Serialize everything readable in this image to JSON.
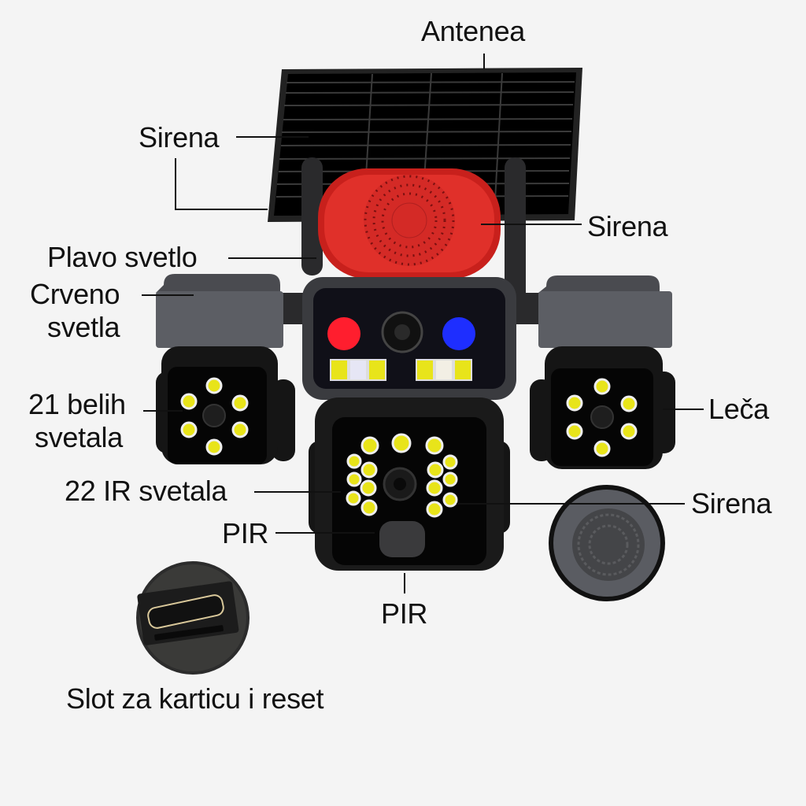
{
  "diagram": {
    "subject": "Solar-powered multi-lens security camera",
    "colors": {
      "background": "#f4f4f4",
      "body": "#1a1a1a",
      "housing_gray": "#5a5c62",
      "siren_red": "#d42a26",
      "red_light": "#ff1e2e",
      "blue_light": "#1e2eff",
      "led_yellow": "#e8e41a",
      "label_text": "#111111"
    },
    "labels": [
      {
        "id": "antenna",
        "text": "Antenea"
      },
      {
        "id": "siren_top_left",
        "text": "Sirena"
      },
      {
        "id": "siren_top_right",
        "text": "Sirena"
      },
      {
        "id": "blue_light",
        "text": "Plavo svetlo"
      },
      {
        "id": "red_light_line1",
        "text": "Crveno"
      },
      {
        "id": "red_light_line2",
        "text": "svetla"
      },
      {
        "id": "white_lights_line1",
        "text": "21 belih"
      },
      {
        "id": "white_lights_line2",
        "text": "svetala"
      },
      {
        "id": "lens",
        "text": "Leča"
      },
      {
        "id": "ir_lights",
        "text": "22 IR svetala"
      },
      {
        "id": "siren_right",
        "text": "Sirena"
      },
      {
        "id": "pir_left",
        "text": "PIR"
      },
      {
        "id": "pir_bottom",
        "text": "PIR"
      },
      {
        "id": "card_slot",
        "text": "Slot za karticu i reset"
      }
    ]
  }
}
